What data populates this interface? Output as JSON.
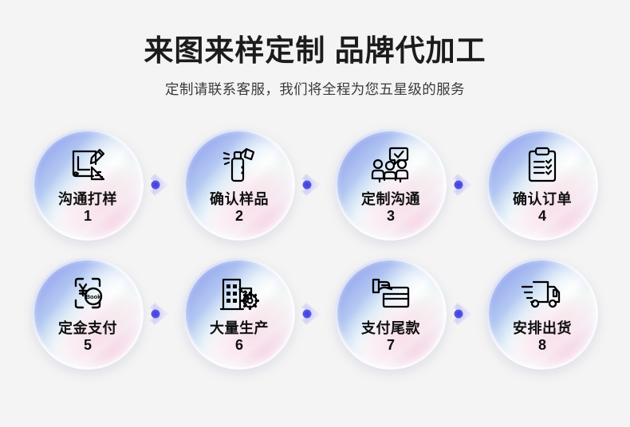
{
  "header": {
    "title": "来图来样定制 品牌代加工",
    "subtitle": "定制请联系客服，我们将全程为您五星级的服务"
  },
  "colors": {
    "background": "#f4f4f4",
    "title_text": "#1c1c1c",
    "subtitle_text": "#3b3b3b",
    "badge_label_text": "#0f0f0f",
    "badge_gradient_start": "#97a4ec",
    "badge_gradient_mid": "#e8f4ee",
    "badge_gradient_end": "#f0e6ea",
    "badge_pink_glow": "#f4b0ce",
    "arrow_core": "#4a4ae0",
    "arrow_fade": "#c9c9f7"
  },
  "flow": {
    "rows": [
      {
        "steps": [
          {
            "label": "沟通打样",
            "number": "1",
            "icon": "design-draft-icon"
          },
          {
            "label": "确认样品",
            "number": "2",
            "icon": "spray-bottle-icon"
          },
          {
            "label": "定制沟通",
            "number": "3",
            "icon": "team-meeting-icon"
          },
          {
            "label": "确认订单",
            "number": "4",
            "icon": "clipboard-checklist-icon"
          }
        ]
      },
      {
        "steps": [
          {
            "label": "定金支付",
            "number": "5",
            "icon": "deposit-payment-icon"
          },
          {
            "label": "大量生产",
            "number": "6",
            "icon": "factory-gear-icon"
          },
          {
            "label": "支付尾款",
            "number": "7",
            "icon": "hand-credit-card-icon"
          },
          {
            "label": "安排出货",
            "number": "8",
            "icon": "delivery-truck-icon"
          }
        ]
      }
    ],
    "arrow_icon": "chevron-right-arrow-icon"
  }
}
